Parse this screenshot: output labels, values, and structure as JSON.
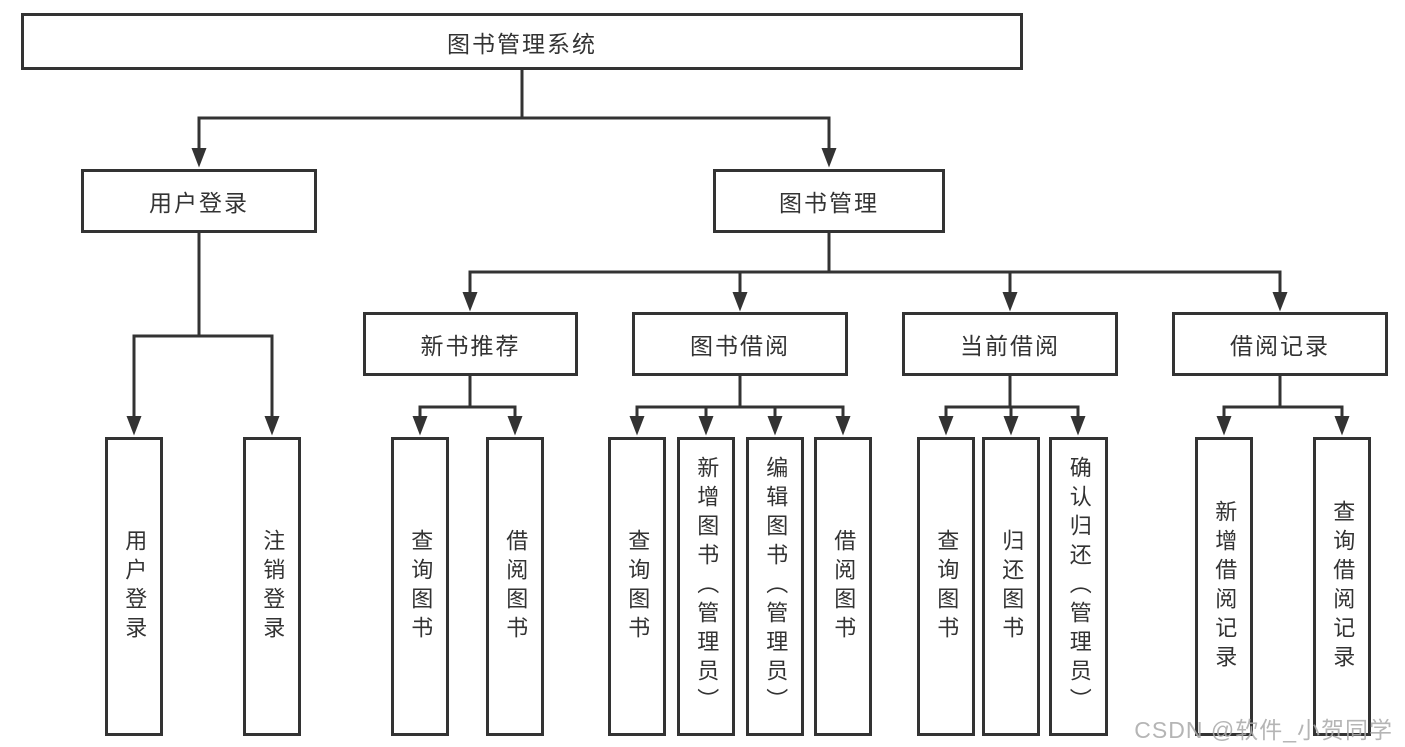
{
  "tree": {
    "label": "图书管理系统",
    "children": [
      {
        "label": "用户登录",
        "children": [
          {
            "label": "用户登录"
          },
          {
            "label": "注销登录"
          }
        ]
      },
      {
        "label": "图书管理",
        "children": [
          {
            "label": "新书推荐",
            "children": [
              {
                "label": "查询图书"
              },
              {
                "label": "借阅图书"
              }
            ]
          },
          {
            "label": "图书借阅",
            "children": [
              {
                "label": "查询图书"
              },
              {
                "label": "新增图书（管理员）"
              },
              {
                "label": "编辑图书（管理员）"
              },
              {
                "label": "借阅图书"
              }
            ]
          },
          {
            "label": "当前借阅",
            "children": [
              {
                "label": "查询图书"
              },
              {
                "label": "归还图书"
              },
              {
                "label": "确认归还（管理员）"
              }
            ]
          },
          {
            "label": "借阅记录",
            "children": [
              {
                "label": "新增借阅记录"
              },
              {
                "label": "查询借阅记录"
              }
            ]
          }
        ]
      }
    ]
  },
  "watermark": {
    "text": "CSDN @软件_小贺同学",
    "color": "#ababab"
  },
  "colors": {
    "line": "#333333",
    "text": "#333333",
    "background": "#ffffff"
  }
}
